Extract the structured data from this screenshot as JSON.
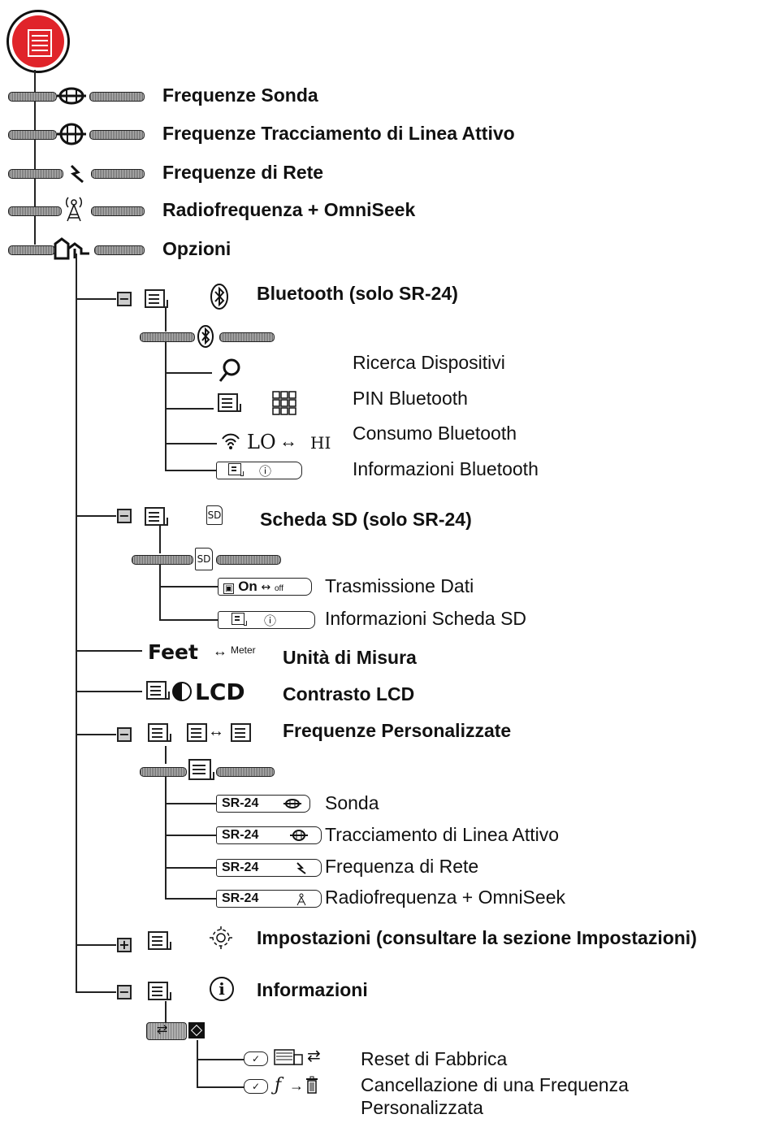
{
  "root": {
    "icon": "menu-icon"
  },
  "main_items": [
    {
      "label": "Frequenze Sonda",
      "icon": "sonde-icon"
    },
    {
      "label": "Frequenze Tracciamento di Linea Attivo",
      "icon": "line-trace-icon"
    },
    {
      "label": "Frequenze di Rete",
      "icon": "power-icon"
    },
    {
      "label": "Radiofrequenza + OmniSeek",
      "icon": "radio-tower-icon"
    },
    {
      "label": "Opzioni",
      "icon": "options-icon"
    }
  ],
  "bluetooth": {
    "title": "Bluetooth (solo SR-24)",
    "items": [
      "Ricerca Dispositivi",
      "PIN Bluetooth",
      "Consumo Bluetooth",
      "Informazioni Bluetooth"
    ],
    "lo": "LO",
    "hi": "HI"
  },
  "sd": {
    "title": "Scheda SD (solo SR-24)",
    "sd_tag": "SD",
    "on": "On",
    "off": "off",
    "items": [
      "Trasmissione Dati",
      "Informazioni Scheda SD"
    ]
  },
  "units": {
    "feet": "Feet",
    "meter": "Meter",
    "label": "Unità di Misura"
  },
  "contrast": {
    "lcd": "LCD",
    "label": "Contrasto LCD"
  },
  "custom": {
    "title": "Frequenze Personalizzate",
    "tag": "SR-24",
    "items": [
      "Sonda",
      "Tracciamento di Linea Attivo",
      "Frequenza di Rete",
      "Radiofrequenza + OmniSeek"
    ]
  },
  "settings": {
    "label": "Impostazioni (consultare la sezione Impostazioni)"
  },
  "info": {
    "label": "Informazioni",
    "items": [
      "Reset di Fabbrica",
      "Cancellazione di una Frequenza",
      "Personalizzata"
    ]
  }
}
